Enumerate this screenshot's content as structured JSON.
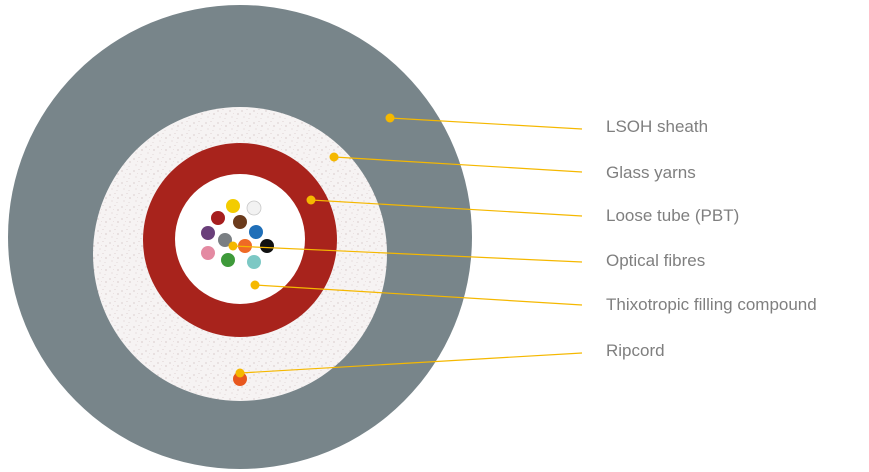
{
  "diagram": {
    "colors": {
      "sheath": "#78858a",
      "yarn": "#f7f4f4",
      "tube": "#a8231c",
      "core": "#ffffff",
      "leader": "#f5b800",
      "ripcord": "#e8571e",
      "label_text": "#7f7f7f"
    },
    "fibres": [
      {
        "color": "#f3cc00"
      },
      {
        "color": "#f2f2f2"
      },
      {
        "color": "#a61e1e"
      },
      {
        "color": "#6b3b1c"
      },
      {
        "color": "#6a3f7a"
      },
      {
        "color": "#1f6fb8"
      },
      {
        "color": "#7a7f83"
      },
      {
        "color": "#ef6a25"
      },
      {
        "color": "#111111"
      },
      {
        "color": "#e48aa2"
      },
      {
        "color": "#3e9a3a"
      },
      {
        "color": "#7cc8c4"
      }
    ]
  },
  "labels": {
    "sheath": "LSOH sheath",
    "yarns": "Glass yarns",
    "tube": "Loose tube (PBT)",
    "fibres": "Optical fibres",
    "filling": "Thixotropic filling compound",
    "ripcord": "Ripcord"
  }
}
